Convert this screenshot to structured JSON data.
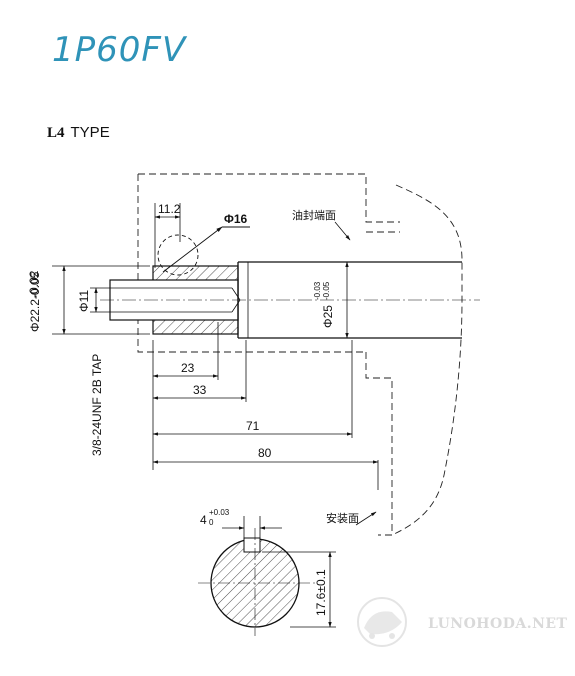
{
  "title": "1P60FV",
  "type_label": {
    "code": "L4",
    "text": "TYPE"
  },
  "dimensions": {
    "d_11_2": "11.2",
    "phi16": "Φ16",
    "phi11": "Φ11",
    "phi22": "Φ22.2-0.05",
    "phi22_tol": "-0.02",
    "phi25": "Φ25",
    "phi25_tol_upper": "-0.03",
    "phi25_tol_lower": "-0.05",
    "d_23": "23",
    "d_33": "33",
    "d_71": "71",
    "d_80": "80",
    "tap": "3/8-24UNF 2B TAP",
    "key_width": "4",
    "key_width_tol_upper": "+0.03",
    "key_width_tol_lower": "0",
    "d_17_6": "17.6±0.1"
  },
  "notes": {
    "oil_seal_face": "油封端面",
    "mount_face": "安装面"
  },
  "watermark": "LUNOHODA.NET"
}
